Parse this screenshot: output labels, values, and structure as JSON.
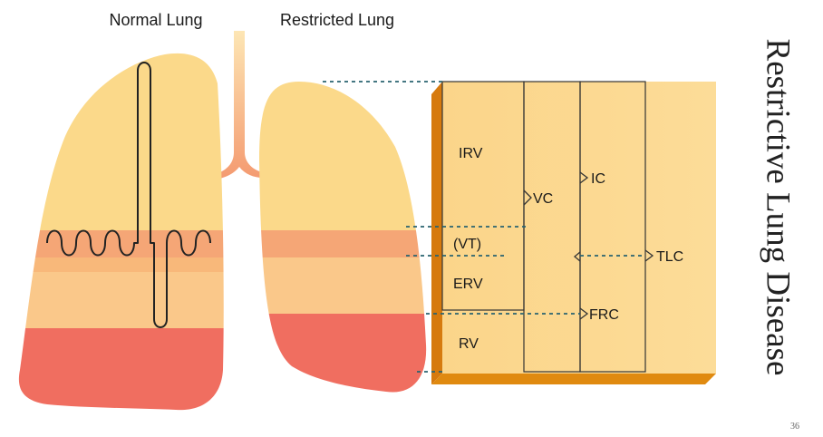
{
  "headings": {
    "normal": "Normal Lung",
    "restricted": "Restricted Lung"
  },
  "side_title": "Restrictive Lung Disease",
  "page_number": "36",
  "volumes": {
    "irv": "IRV",
    "vt": "(VT)",
    "erv": "ERV",
    "rv": "RV",
    "vc": "VC",
    "ic": "IC",
    "frc": "FRC",
    "tlc": "TLC"
  },
  "colors": {
    "zone_light": "#fbd98a",
    "zone_mid": "#f7b273",
    "zone_peach": "#fac88a",
    "zone_red": "#f06e60",
    "tidal_band": "#f5a676",
    "box_edge": "#e08a10",
    "box_side": "#d67a0e",
    "dash": "#2a6470"
  }
}
